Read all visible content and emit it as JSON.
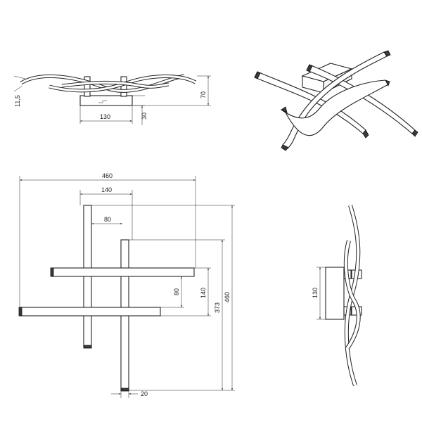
{
  "drawing": {
    "side_view": {
      "d_11_5": "11,5",
      "d_70": "70",
      "d_130": "130",
      "d_30": "30"
    },
    "top_view": {
      "d_460_w": "460",
      "d_140_top": "140",
      "d_80_top": "80",
      "d_80_mid": "80",
      "d_140_v": "140",
      "d_373": "373",
      "d_460_h": "460",
      "d_20": "20"
    },
    "end_view": {
      "d_130": "130"
    }
  }
}
